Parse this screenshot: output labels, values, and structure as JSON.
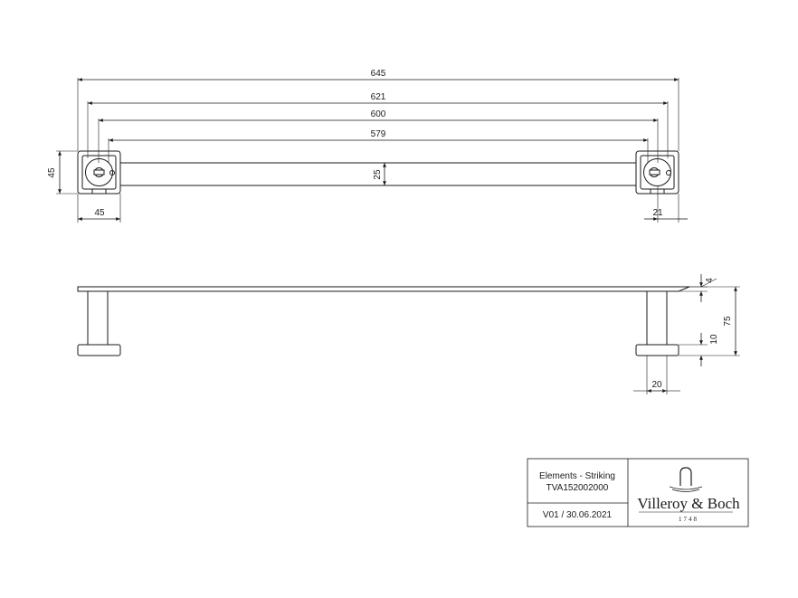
{
  "top_view": {
    "dimensions": {
      "overall": "645",
      "outer_holes": "621",
      "centers": "600",
      "inner": "579",
      "bar_height": "25",
      "flange_height": "45",
      "flange_width": "45",
      "hole_offset": "21"
    }
  },
  "side_view": {
    "dimensions": {
      "bar_thickness": "4",
      "projection": "75",
      "base_thickness": "10",
      "post_width": "20"
    }
  },
  "title_block": {
    "product": "Elements - Striking",
    "article": "TVA152002000",
    "version": "V01 / 30.06.2021",
    "brand": "Villeroy & Boch",
    "founded": "1748"
  },
  "colors": {
    "line": "#1a1a1a",
    "background": "#ffffff"
  }
}
